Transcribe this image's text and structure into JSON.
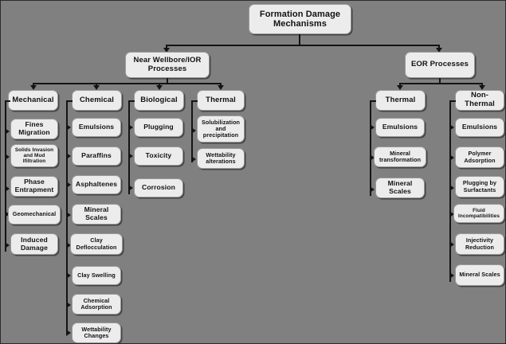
{
  "diagram": {
    "title": "Formation Damage Mechanisms",
    "background_color": "#808080",
    "node_fill_color": "#ececec",
    "connector_color": "#141414",
    "root": {
      "label": "Formation Damage Mechanisms"
    },
    "level2": [
      {
        "label": "Near Wellbore/IOR Processes"
      },
      {
        "label": "EOR Processes"
      }
    ],
    "categories": [
      {
        "label": "Mechanical"
      },
      {
        "label": "Chemical"
      },
      {
        "label": "Biological"
      },
      {
        "label": "Thermal"
      },
      {
        "label": "Thermal"
      },
      {
        "label": "Non-Thermal"
      }
    ],
    "mechanical_items": [
      {
        "label": "Fines Migration"
      },
      {
        "label": "Solids Invasion and Mud Ifiltration"
      },
      {
        "label": "Phase Entrapment"
      },
      {
        "label": "Geomechanical"
      },
      {
        "label": "Induced Damage"
      }
    ],
    "chemical_items": [
      {
        "label": "Emulsions"
      },
      {
        "label": "Paraffins"
      },
      {
        "label": "Asphaltenes"
      },
      {
        "label": "Mineral Scales"
      },
      {
        "label": "Clay Deflocculation"
      },
      {
        "label": "Clay Swelling"
      },
      {
        "label": "Chemical Adsorption"
      },
      {
        "label": "Wettability Changes"
      }
    ],
    "biological_items": [
      {
        "label": "Plugging"
      },
      {
        "label": "Toxicity"
      },
      {
        "label": "Corrosion"
      }
    ],
    "thermal_nw_items": [
      {
        "label": "Solubilization and precipitation"
      },
      {
        "label": "Wettability alterations"
      }
    ],
    "thermal_eor_items": [
      {
        "label": "Emulsions"
      },
      {
        "label": "Mineral transformation"
      },
      {
        "label": "Mineral Scales"
      }
    ],
    "nonthermal_items": [
      {
        "label": "Emulsions"
      },
      {
        "label": "Polymer Adsorption"
      },
      {
        "label": "Plugging by Surfactants"
      },
      {
        "label": "Fluid Incompatibilities"
      },
      {
        "label": "Injectivity Reduction"
      },
      {
        "label": "Mineral Scales"
      }
    ]
  }
}
